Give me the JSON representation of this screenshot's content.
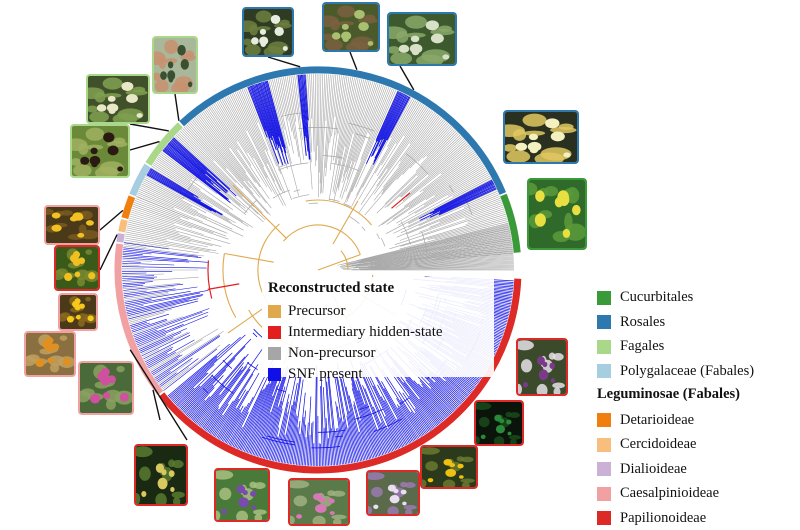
{
  "state_legend": {
    "title": "Reconstructed state",
    "items": [
      {
        "label": "Precursor",
        "color": "#e0a94c"
      },
      {
        "label": "Intermediary hidden-state",
        "color": "#e21e1e"
      },
      {
        "label": "Non-precursor",
        "color": "#a6a6a6"
      },
      {
        "label": "SNF present",
        "color": "#1010e6"
      }
    ]
  },
  "clade_legend": {
    "top_items": [
      {
        "label": "Cucurbitales",
        "color": "#3a9a3a"
      },
      {
        "label": "Rosales",
        "color": "#2e78b0"
      },
      {
        "label": "Fagales",
        "color": "#a9d88a"
      },
      {
        "label": "Polygalaceae (Fabales)",
        "color": "#a6cde0"
      }
    ],
    "subheading": "Leguminosae (Fabales)",
    "legume_items": [
      {
        "label": "Detarioideae",
        "color": "#f07f0f"
      },
      {
        "label": "Cercidoideae",
        "color": "#f7be7e"
      },
      {
        "label": "Dialioideae",
        "color": "#cbb1d6"
      },
      {
        "label": "Caesalpinioideae",
        "color": "#f2a1a3"
      },
      {
        "label": "Papilionoideae",
        "color": "#dd2a27"
      }
    ]
  },
  "photos": [
    {
      "name": "photo-rosales-1",
      "color": "#2e78b0",
      "subject": "white-flower-cluster"
    },
    {
      "name": "photo-rosales-2",
      "color": "#2e78b0",
      "subject": "green-shrub"
    },
    {
      "name": "photo-rosales-3",
      "color": "#2e78b0",
      "subject": "pale-flowers-foliage"
    },
    {
      "name": "photo-fagales-1",
      "color": "#a9d88a",
      "subject": "leafy-branch"
    },
    {
      "name": "photo-fagales-2",
      "color": "#a9d88a",
      "subject": "catkins"
    },
    {
      "name": "photo-fagales-3",
      "color": "#a9d88a",
      "subject": "dark-cones"
    },
    {
      "name": "photo-rosales-4",
      "color": "#2e78b0",
      "subject": "cream-flowers"
    },
    {
      "name": "photo-cucurbitales-1",
      "color": "#3a9a3a",
      "subject": "yellow-star-flowers"
    },
    {
      "name": "photo-detarioideae-1",
      "color": "#f2a1a3",
      "subject": "yellow-flowers"
    },
    {
      "name": "photo-caesalpinioideae-1",
      "color": "#dd2a27",
      "subject": "yellow-pea-flowers"
    },
    {
      "name": "photo-caesalpinioideae-2",
      "color": "#f2a1a3",
      "subject": "yellow-blossom"
    },
    {
      "name": "photo-caesalpinioideae-3",
      "color": "#f2a1a3",
      "subject": "orange-spike"
    },
    {
      "name": "photo-caesalpinioideae-4",
      "color": "#f2a1a3",
      "subject": "pink-puffball"
    },
    {
      "name": "photo-papilionoideae-1",
      "color": "#dd2a27",
      "subject": "purple-white-flower"
    },
    {
      "name": "photo-papilionoideae-2",
      "color": "#dd2a27",
      "subject": "green-tendril-dark"
    },
    {
      "name": "photo-papilionoideae-3",
      "color": "#dd2a27",
      "subject": "yellow-gorse"
    },
    {
      "name": "photo-papilionoideae-4",
      "color": "#dd2a27",
      "subject": "white-pea-bud"
    },
    {
      "name": "photo-papilionoideae-5",
      "color": "#dd2a27",
      "subject": "pink-spikes"
    },
    {
      "name": "photo-papilionoideae-6",
      "color": "#dd2a27",
      "subject": "purple-lupins"
    },
    {
      "name": "photo-papilionoideae-7",
      "color": "#dd2a27",
      "subject": "yellow-pods"
    }
  ]
}
